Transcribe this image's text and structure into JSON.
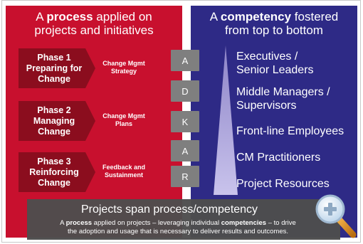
{
  "left_panel": {
    "title_prefix": "A ",
    "title_bold": "process",
    "title_suffix": " applied on",
    "title_line2": "projects and initiatives",
    "phases": [
      {
        "line1": "Phase 1",
        "line2": "Preparing for",
        "line3": "Change",
        "label_line1": "Change Mgmt",
        "label_line2": "Strategy"
      },
      {
        "line1": "Phase 2",
        "line2": "Managing",
        "line3": "Change",
        "label_line1": "Change Mgmt",
        "label_line2": "Plans"
      },
      {
        "line1": "Phase 3",
        "line2": "Reinforcing",
        "line3": "Change",
        "label_line1": "Feedback and",
        "label_line2": "Sustainment"
      }
    ]
  },
  "adkar": [
    "A",
    "D",
    "K",
    "A",
    "R"
  ],
  "right_panel": {
    "title_prefix": "A ",
    "title_bold": "competency",
    "title_suffix": " fostered",
    "title_line2": "from top to bottom",
    "levels": [
      {
        "line1": "Executives /",
        "line2": "Senior Leaders"
      },
      {
        "line1": "Middle Managers /",
        "line2": "Supervisors"
      },
      {
        "line1": "Front-line Employees",
        "line2": ""
      },
      {
        "line1": "CM Practitioners",
        "line2": ""
      },
      {
        "line1": "Project Resources",
        "line2": ""
      }
    ]
  },
  "bottom_banner": {
    "title": "Projects span process/competency",
    "desc_a": "A ",
    "desc_b": "process",
    "desc_c": " applied on projects – leveraging individual ",
    "desc_d": "competencies",
    "desc_e": " – to drive",
    "desc_line2": "the adoption and usage that is necessary to deliver results and outcomes."
  },
  "colors": {
    "red": "#c8102e",
    "dark_red": "#8b0d1e",
    "navy": "#2e2a86",
    "gray": "#7f7f7f",
    "banner": "#4d4d4d"
  }
}
